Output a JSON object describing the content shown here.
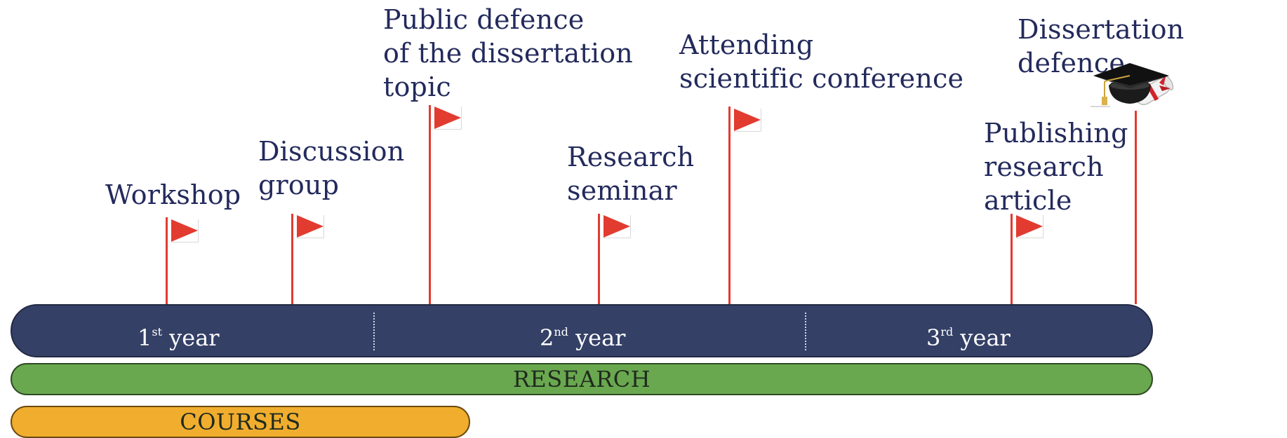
{
  "milestones": {
    "workshop": "Workshop",
    "discussion": "Discussion\ngroup",
    "public_defence": "Public defence\nof the dissertation\ntopic",
    "research_seminar": "Research\nseminar",
    "conference": "Attending\nscientific conference",
    "publishing": "Publishing\nresearch\narticle",
    "dissertation": "Dissertation defence"
  },
  "years": [
    {
      "num": "1",
      "sup": "st",
      "word": "year"
    },
    {
      "num": "2",
      "sup": "nd",
      "word": "year"
    },
    {
      "num": "3",
      "sup": "rd",
      "word": "year"
    }
  ],
  "bars": {
    "research": "RESEARCH",
    "courses": "COURSES"
  },
  "colors": {
    "year_bar": "#344066",
    "research_bar": "#6aa84f",
    "courses_bar": "#f0ad2e",
    "flag": "#e23b30",
    "label_text": "#232a5c"
  },
  "icons": {
    "graduation": "graduation-cap-icon",
    "flag": "flag-icon"
  }
}
